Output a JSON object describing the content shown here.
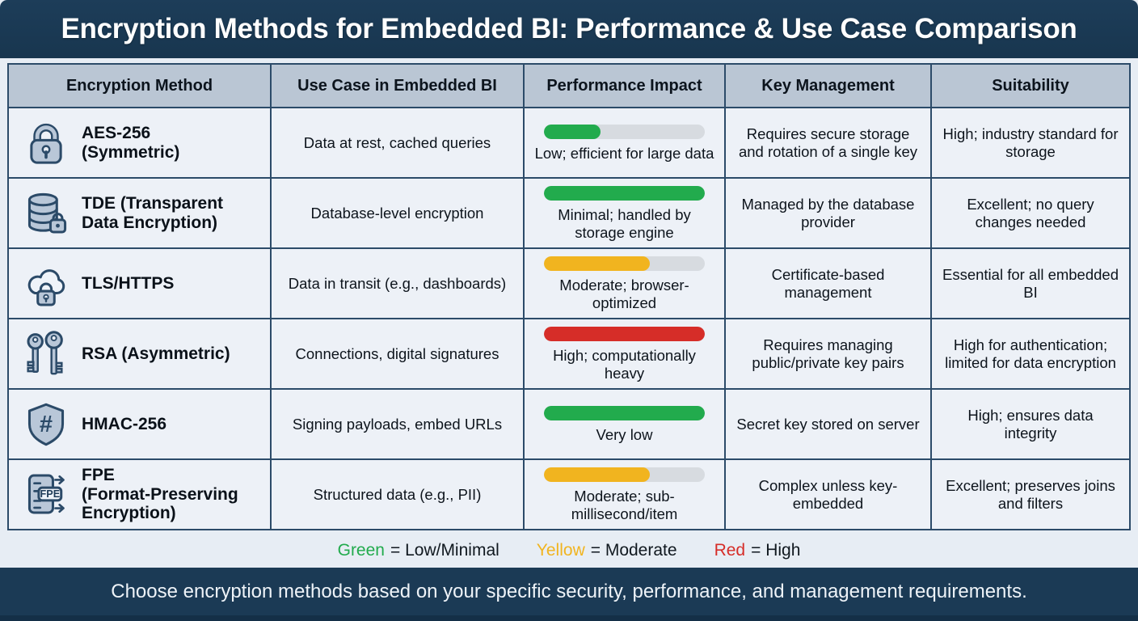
{
  "title": "Encryption Methods for Embedded BI: Performance & Use Case Comparison",
  "palette": {
    "green": "#22ab4d",
    "yellow": "#f1b41f",
    "red": "#d62d28",
    "track": "#d7dbe0",
    "navy": "#1b3a55"
  },
  "table": {
    "headers": [
      "Encryption Method",
      "Use Case in Embedded BI",
      "Performance Impact",
      "Key Management",
      "Suitability"
    ],
    "rows": [
      {
        "icon": "lock-icon",
        "method": "AES-256\n(Symmetric)",
        "use_case": "Data at rest, cached queries",
        "impact_text": "Low; efficient for large data",
        "impact_level": "green",
        "impact_percent": 35,
        "key_management": "Requires secure storage and rotation of a single key",
        "suitability": "High; industry standard for storage"
      },
      {
        "icon": "database-lock-icon",
        "method": "TDE (Transparent\nData Encryption)",
        "use_case": "Database-level encryption",
        "impact_text": "Minimal; handled by storage engine",
        "impact_level": "green",
        "impact_percent": 100,
        "key_management": "Managed by the database provider",
        "suitability": "Excellent; no query changes needed"
      },
      {
        "icon": "cloud-lock-icon",
        "method": "TLS/HTTPS",
        "use_case": "Data in transit (e.g., dashboards)",
        "impact_text": "Moderate; browser-optimized",
        "impact_level": "yellow",
        "impact_percent": 66,
        "key_management": "Certificate-based management",
        "suitability": "Essential for all embedded BI"
      },
      {
        "icon": "keys-icon",
        "method": "RSA (Asymmetric)",
        "use_case": "Connections, digital signatures",
        "impact_text": "High; computationally heavy",
        "impact_level": "red",
        "impact_percent": 100,
        "key_management": "Requires managing public/private key pairs",
        "suitability": "High for authentication; limited for data encryption"
      },
      {
        "icon": "shield-hash-icon",
        "method": "HMAC-256",
        "use_case": "Signing payloads, embed URLs",
        "impact_text": "Very low",
        "impact_level": "green",
        "impact_percent": 100,
        "key_management": "Secret key stored on server",
        "suitability": "High; ensures data integrity"
      },
      {
        "icon": "fpe-document-icon",
        "method": "FPE\n(Format-Preserving\nEncryption)",
        "use_case": "Structured data (e.g., PII)",
        "impact_text": "Moderate; sub-millisecond/item",
        "impact_level": "yellow",
        "impact_percent": 66,
        "key_management": "Complex unless key-embedded",
        "suitability": "Excellent; preserves joins and filters"
      }
    ]
  },
  "legend": {
    "items": [
      {
        "word": "Green",
        "rest": "= Low/Minimal",
        "level": "green"
      },
      {
        "word": "Yellow",
        "rest": "= Moderate",
        "level": "yellow"
      },
      {
        "word": "Red",
        "rest": "= High",
        "level": "red"
      }
    ]
  },
  "footer": "Choose encryption methods based on your specific security, performance, and management requirements."
}
